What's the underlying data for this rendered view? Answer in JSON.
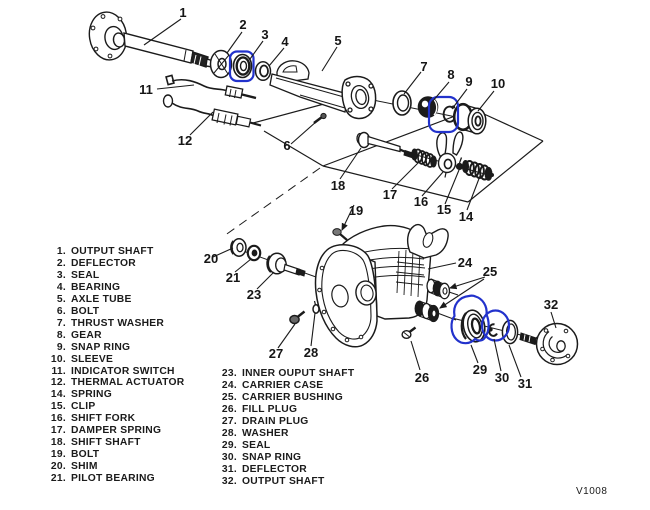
{
  "figure": {
    "code": "V1008"
  },
  "colors": {
    "line": "#1b1b1b",
    "highlight": "#2232cc"
  },
  "callouts": {
    "c1": "1",
    "c2": "2",
    "c3": "3",
    "c4": "4",
    "c5": "5",
    "c6": "6",
    "c7": "7",
    "c8": "8",
    "c9": "9",
    "c10": "10",
    "c11": "11",
    "c12": "12",
    "c14": "14",
    "c15": "15",
    "c16": "16",
    "c17": "17",
    "c18": "18",
    "c19": "19",
    "c20": "20",
    "c21": "21",
    "c23": "23",
    "c24": "24",
    "c25": "25",
    "c26": "26",
    "c27": "27",
    "c28": "28",
    "c29": "29",
    "c30": "30",
    "c31": "31",
    "c32": "32"
  },
  "parts_list": {
    "left": [
      {
        "num": "1.",
        "name": "OUTPUT SHAFT"
      },
      {
        "num": "2.",
        "name": "DEFLECTOR"
      },
      {
        "num": "3.",
        "name": "SEAL"
      },
      {
        "num": "4.",
        "name": "BEARING"
      },
      {
        "num": "5.",
        "name": "AXLE TUBE"
      },
      {
        "num": "6.",
        "name": "BOLT"
      },
      {
        "num": "7.",
        "name": "THRUST WASHER"
      },
      {
        "num": "8.",
        "name": "GEAR"
      },
      {
        "num": "9.",
        "name": "SNAP RING"
      },
      {
        "num": "10.",
        "name": "SLEEVE"
      },
      {
        "num": "11.",
        "name": "INDICATOR SWITCH"
      },
      {
        "num": "12.",
        "name": "THERMAL ACTUATOR"
      },
      {
        "num": "14.",
        "name": "SPRING"
      },
      {
        "num": "15.",
        "name": "CLIP"
      },
      {
        "num": "16.",
        "name": "SHIFT FORK"
      },
      {
        "num": "17.",
        "name": "DAMPER SPRING"
      },
      {
        "num": "18.",
        "name": "SHIFT SHAFT"
      },
      {
        "num": "19.",
        "name": "BOLT"
      },
      {
        "num": "20.",
        "name": "SHIM"
      },
      {
        "num": "21.",
        "name": "PILOT BEARING"
      }
    ],
    "right": [
      {
        "num": "23.",
        "name": "INNER OUPUT SHAFT"
      },
      {
        "num": "24.",
        "name": "CARRIER CASE"
      },
      {
        "num": "25.",
        "name": "CARRIER BUSHING"
      },
      {
        "num": "26.",
        "name": "FILL PLUG"
      },
      {
        "num": "27.",
        "name": "DRAIN PLUG"
      },
      {
        "num": "28.",
        "name": "WASHER"
      },
      {
        "num": "29.",
        "name": "SEAL"
      },
      {
        "num": "30.",
        "name": "SNAP RING"
      },
      {
        "num": "31.",
        "name": "DEFLECTOR"
      },
      {
        "num": "32.",
        "name": "OUTPUT SHAFT"
      }
    ]
  }
}
